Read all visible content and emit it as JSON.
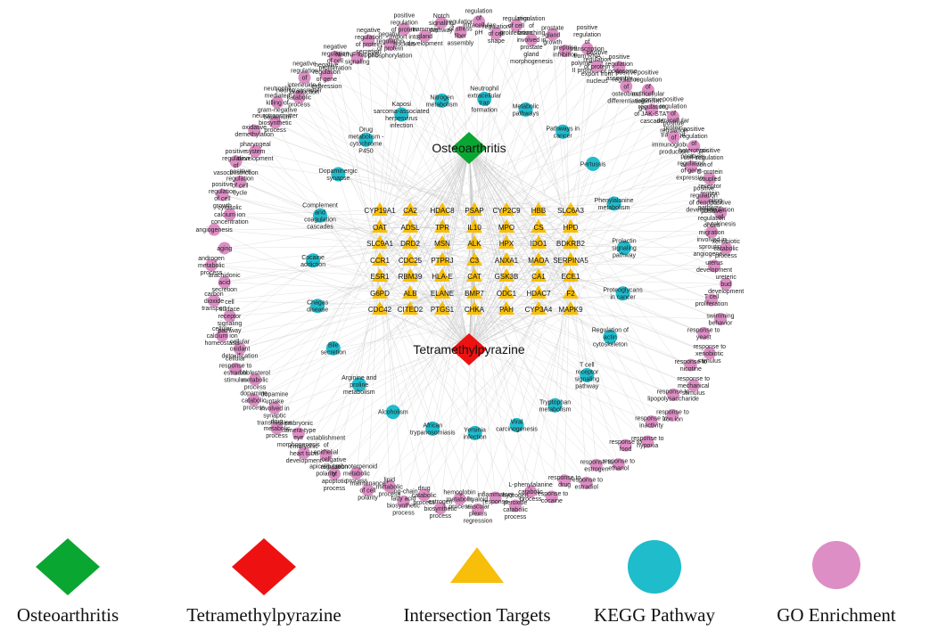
{
  "hubs": {
    "disease": "Osteoarthritis",
    "drug": "Tetramethylpyrazine"
  },
  "targets": [
    [
      "CYP19A1",
      "CA2",
      "HDAC8",
      "PSAP",
      "CYP2C9",
      "HBB",
      "SLC6A3"
    ],
    [
      "OAT",
      "ADSL",
      "TPR",
      "IL10",
      "MPO",
      "CS",
      "HPD"
    ],
    [
      "SLC9A1",
      "DRD2",
      "MSN",
      "ALK",
      "HPX",
      "IDO1",
      "BDKRB2"
    ],
    [
      "CCR1",
      "CDC25",
      "PTPRJ",
      "C3",
      "ANXA1",
      "MAOA",
      "SERPINA5"
    ],
    [
      "ESR1",
      "RBM39",
      "HLA-E",
      "CAT",
      "GSK3B",
      "CA1",
      "ECE1"
    ],
    [
      "G6PD",
      "ALB",
      "ELANE",
      "BMP7",
      "ODC1",
      "HDAC7",
      "F2"
    ],
    [
      "CDC42",
      "CITED2",
      "PTGS1",
      "CHKA",
      "PAH",
      "CYP3A4",
      "MAPK9"
    ]
  ],
  "kegg": [
    "Nitrogen metabolism",
    "Neutrophil extracellular trap formation",
    "Metabolic pathways",
    "Pathways in cancer",
    "Pertussis",
    "Phenylalanine metabolism",
    "Prolactin signaling pathway",
    "Proteoglycans in cancer",
    "Regulation of actin cytoskeleton",
    "T cell receptor signaling pathway",
    "Tryptophan metabolism",
    "Viral carcinogenesis",
    "Yersinia infection",
    "African trypanosomiasis",
    "Alcoholism",
    "Arginine and proline metabolism",
    "Bile secretion",
    "Chagas disease",
    "Cocaine addiction",
    "Complement and coagulation cascades",
    "Dopaminergic synapse",
    "Drug metabolism - cytochrome P450",
    "Kaposi sarcoma-associated herpesvirus infection"
  ],
  "go": [
    "regulation of stress fiber assembly",
    "regulation of intracellular pH",
    "regulation of cell shape",
    "regulation of cell proliferation",
    "regulation of branching involved in prostate gland morphogenesis",
    "prostate gland growth",
    "prepulse inhibition",
    "positive regulation of transcription from RNA polymerase II promoter",
    "positive regulation of protein export from nucleus",
    "positive regulation of podosome assembly",
    "positive regulation of osteoblast differentiation",
    "positive regulation of multicellular organism growth",
    "positive regulation of JAK-STAT cascade",
    "positive regulation of intracellular protein transport",
    "positive regulation of immunoglobulin production",
    "positive regulation of heterotypic cell-cell adhesion",
    "positive regulation of gene expression",
    "positive regulation of G-protein coupled receptor protein signaling pathway",
    "positive regulation of dendrite development",
    "positive regulation of cytokinesis",
    "positive regulation of cell migration involved in sprouting angiogenesis",
    "xenobiotic catabolic process",
    "uterus development",
    "ureteric bud development",
    "T cell proliferation",
    "swimming behavior",
    "response to yeast",
    "response to xenobiotic stimulus",
    "response to nicotine",
    "response to mechanical stimulus",
    "response to lipopolysaccharide",
    "response to iron ion",
    "response to inactivity",
    "response to hypoxia",
    "response to food",
    "response to ethanol",
    "response to estrogen",
    "response to estradiol",
    "response to drug",
    "response to cocaine",
    "L-phenylalanine catabolic process",
    "hydrogen peroxide catabolic process",
    "inflammatory response",
    "hyaloid vascular plexus regression",
    "hemoglobin metabolic process",
    "estrogen biosynthetic process",
    "drug catabolic process",
    "long-chain fatty acid biosynthetic process",
    "lipid metabolic process",
    "maintenance of cell polarity",
    "monoterpenoid metabolic process",
    "negative regulation of apoptotic process",
    "establishment of epithelial cell apical/basal polarity",
    "embryonic heart tube development",
    "embryonic camera-type eye morphogenesis",
    "drug metabolic process",
    "dopamine uptake involved in synaptic transmission",
    "dopamine catabolic process",
    "cholesterol metabolic process",
    "cellular response to estradiol stimulus",
    "cellular oxidant detoxification",
    "cellular calcium ion homeostasis",
    "cell surface receptor signaling pathway",
    "carbon dioxide transport",
    "arachidonic acid secretion",
    "androgen metabolic process",
    "aging",
    "angiogenesis",
    "cytosolic calcium ion concentration",
    "positive regulation of cell growth",
    "positive regulation of cell cycle",
    "positive regulation of vasoconstriction",
    "pharyngeal system development",
    "oxidative demethylation",
    "neurotransmitter biosynthetic process",
    "neutrophil mediated killing of gram-negative bacterium",
    "neurotransmitter catabolic process",
    "negative regulation of interleukin-6 production",
    "negative regulation of gene expression",
    "negative regulation of cell proliferation",
    "NIK/NF-kappaB signaling",
    "negative regulation of protein secretion",
    "negative regulation of protein phosphorylation",
    "positive regulation of protein import into nucleus",
    "mammary gland development",
    "Notch signaling pathway"
  ],
  "legend": [
    {
      "label": "Osteoarthritis",
      "shape": "diamond",
      "color": "#0aa632"
    },
    {
      "label": "Tetramethylpyrazine",
      "shape": "diamond",
      "color": "#ee1111"
    },
    {
      "label": "Intersection Targets",
      "shape": "triangle",
      "color": "#f7be0a"
    },
    {
      "label": "KEGG Pathway",
      "shape": "circle",
      "color": "#1fbccc"
    },
    {
      "label": "GO Enrichment",
      "shape": "circle",
      "color": "#dd8ec4"
    }
  ],
  "colors": {
    "disease": "#0aa632",
    "drug": "#ee1111",
    "target": "#f7be0a",
    "kegg": "#1fbccc",
    "go": "#dd8ec4",
    "edge": "#c8c8c8"
  }
}
